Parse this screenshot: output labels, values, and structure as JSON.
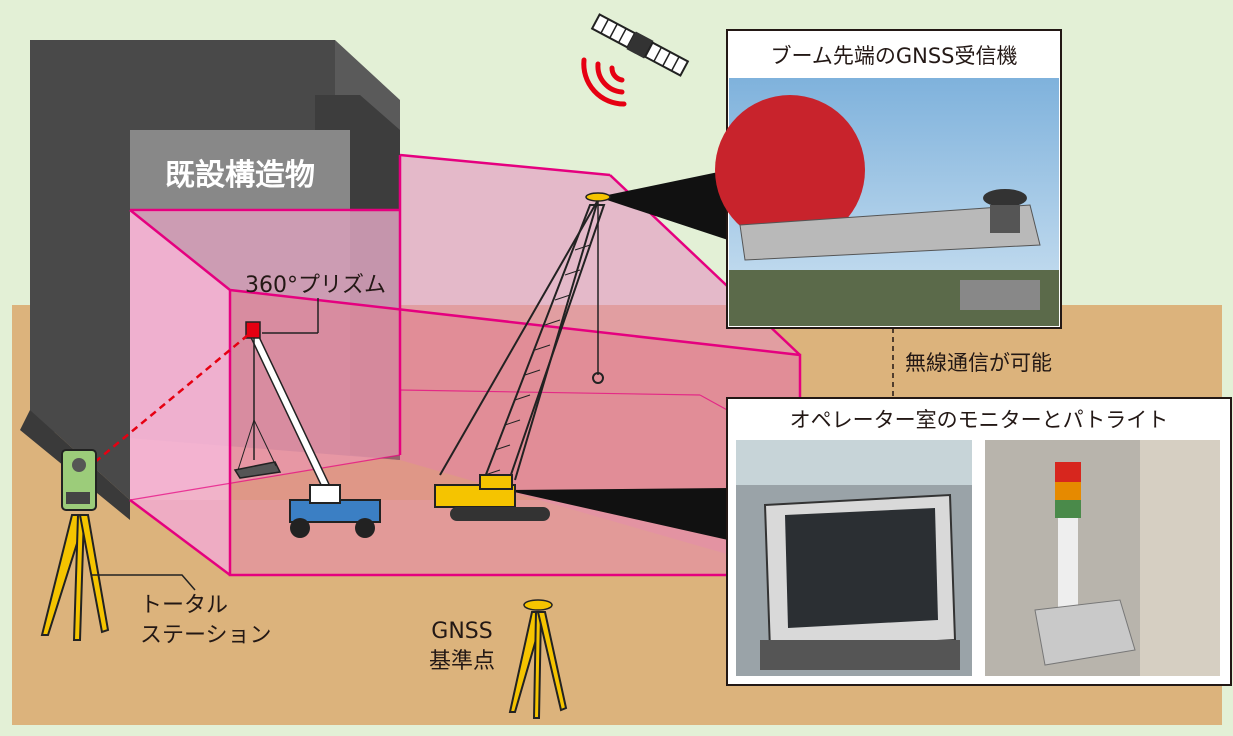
{
  "labels": {
    "structure": "既設構造物",
    "prism": "360°プリズム",
    "total_station_line1": "トータル",
    "total_station_line2": "ステーション",
    "gnss_ref_line1": "GNSS",
    "gnss_ref_line2": "基準点",
    "wireless": "無線通信が可能"
  },
  "panels": {
    "boom_receiver": {
      "title": "ブーム先端のGNSS受信機"
    },
    "operator_room": {
      "title": "オペレーター室のモニターとパトライト"
    }
  },
  "colors": {
    "background_sky": "#e3f0d6",
    "ground": "#dcb37c",
    "zone_pink": "#ee8bb7",
    "zone_edge": "#e5007f",
    "structure_dark": "#4d4d4d",
    "crane_yellow": "#f5c400",
    "signal_red": "#e60012"
  },
  "icons": [
    "satellite-icon",
    "signal-waves-icon",
    "total-station-icon",
    "tripod-icon",
    "gnss-antenna-icon",
    "crawler-crane-icon",
    "rough-terrain-crane-icon",
    "prism-icon"
  ]
}
